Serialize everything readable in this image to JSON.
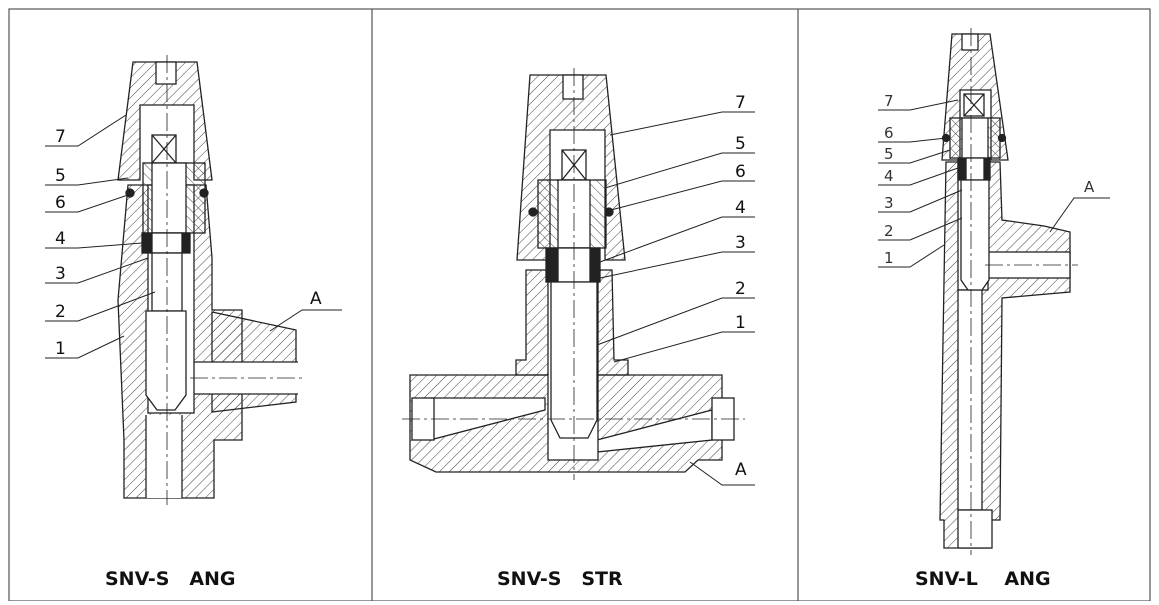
{
  "panels": [
    {
      "title": "SNV-S   ANG",
      "callouts": [
        "7",
        "5",
        "6",
        "4",
        "3",
        "2",
        "1"
      ],
      "port_label": "A"
    },
    {
      "title": "SNV-S   STR",
      "callouts": [
        "7",
        "5",
        "6",
        "4",
        "3",
        "2",
        "1"
      ],
      "port_label": "A"
    },
    {
      "title": "SNV-L    ANG",
      "callouts": [
        "7",
        "6",
        "5",
        "4",
        "3",
        "2",
        "1"
      ],
      "port_label": "A"
    }
  ],
  "colors": {
    "line": "#222222",
    "hatch": "#444444",
    "border": "#555555",
    "background": "#ffffff"
  }
}
